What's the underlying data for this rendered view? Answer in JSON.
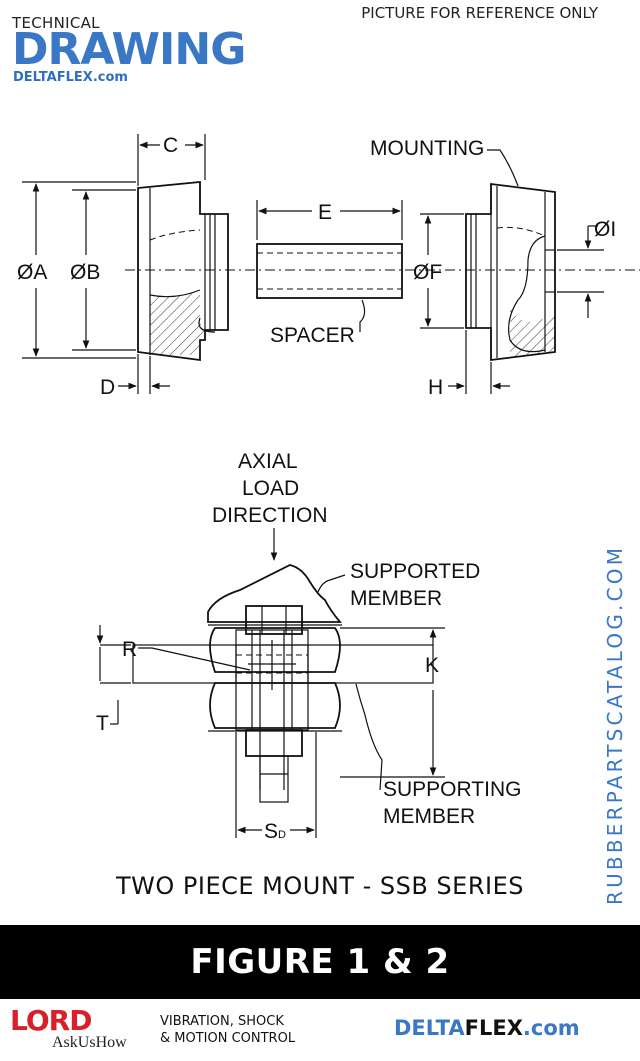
{
  "header": {
    "small_title": "TECHNICAL",
    "big_title": "DRAWING",
    "brand_delta": "DELTA",
    "brand_flex": "FLEX",
    "brand_com": ".com",
    "reference_note": "PICTURE FOR REFERENCE ONLY"
  },
  "figure1": {
    "labels": {
      "c": "C",
      "a": "ØA",
      "b": "ØB",
      "d": "D",
      "e": "E",
      "spacer": "SPACER",
      "mounting": "MOUNTING",
      "f": "ØF",
      "i": "ØI",
      "h": "H"
    }
  },
  "figure2": {
    "labels": {
      "axial_1": "AXIAL",
      "axial_2": "LOAD",
      "axial_3": "DIRECTION",
      "supported_1": "SUPPORTED",
      "supported_2": "MEMBER",
      "r": "R",
      "k": "K",
      "t": "T",
      "supporting_1": "SUPPORTING",
      "supporting_2": "MEMBER",
      "s": "S",
      "s_sub": "D"
    }
  },
  "side_text": "RUBBERPARTSCATALOG.COM",
  "caption": "TWO PIECE MOUNT - SSB SERIES",
  "banner": "FIGURE 1 & 2",
  "footer": {
    "lord": "LORD",
    "askus": "AskUsHow",
    "tagline_1": "VIBRATION, SHOCK",
    "tagline_2": "& MOTION CONTROL",
    "brand_delta": "DELTA",
    "brand_flex": "FLEX",
    "brand_com": ".com"
  },
  "colors": {
    "accent": "#3a77c5",
    "lord_red": "#d8202a",
    "banner_bg": "#000000"
  }
}
